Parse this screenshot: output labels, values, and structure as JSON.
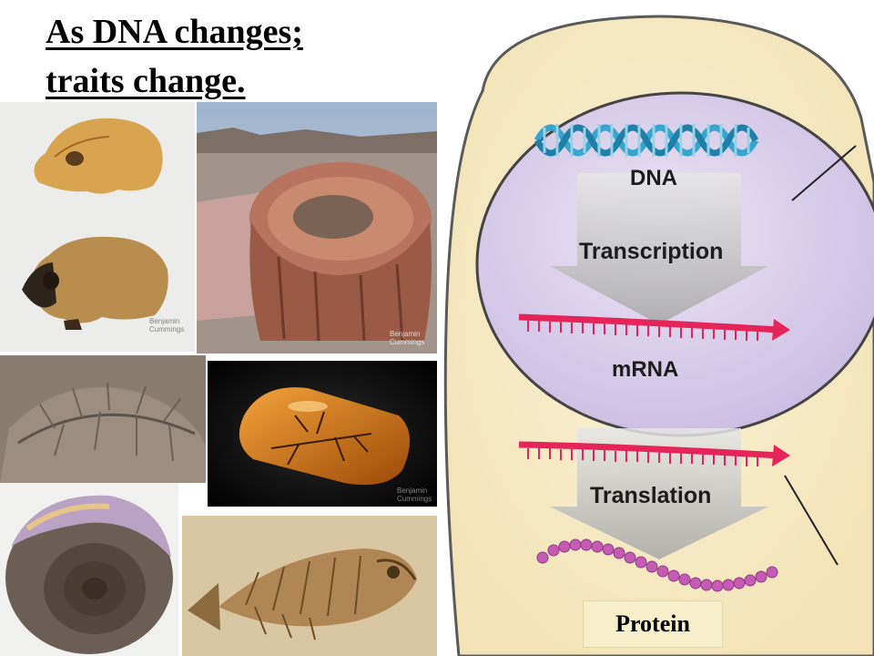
{
  "title": {
    "line1": "As DNA changes;",
    "line2": "traits change."
  },
  "photos": {
    "skulls_watermark": "Benjamin\nCummings",
    "petrified_wood_watermark": "Benjamin\nCummings",
    "amber_watermark": "Benjamin\nCummings"
  },
  "diagram": {
    "dna_label": "DNA",
    "transcription_label": "Transcription",
    "mrna_label": "mRNA",
    "translation_label": "Translation",
    "protein_label": "Protein"
  },
  "colors": {
    "cell_outer": "#f7eccd",
    "nucleus": "#ddd3ec",
    "dna_strand": "#36a6cf",
    "mrna": "#e5255a",
    "protein_beads": "#c55bb4",
    "arrow_gray": "#b5b5b5"
  }
}
